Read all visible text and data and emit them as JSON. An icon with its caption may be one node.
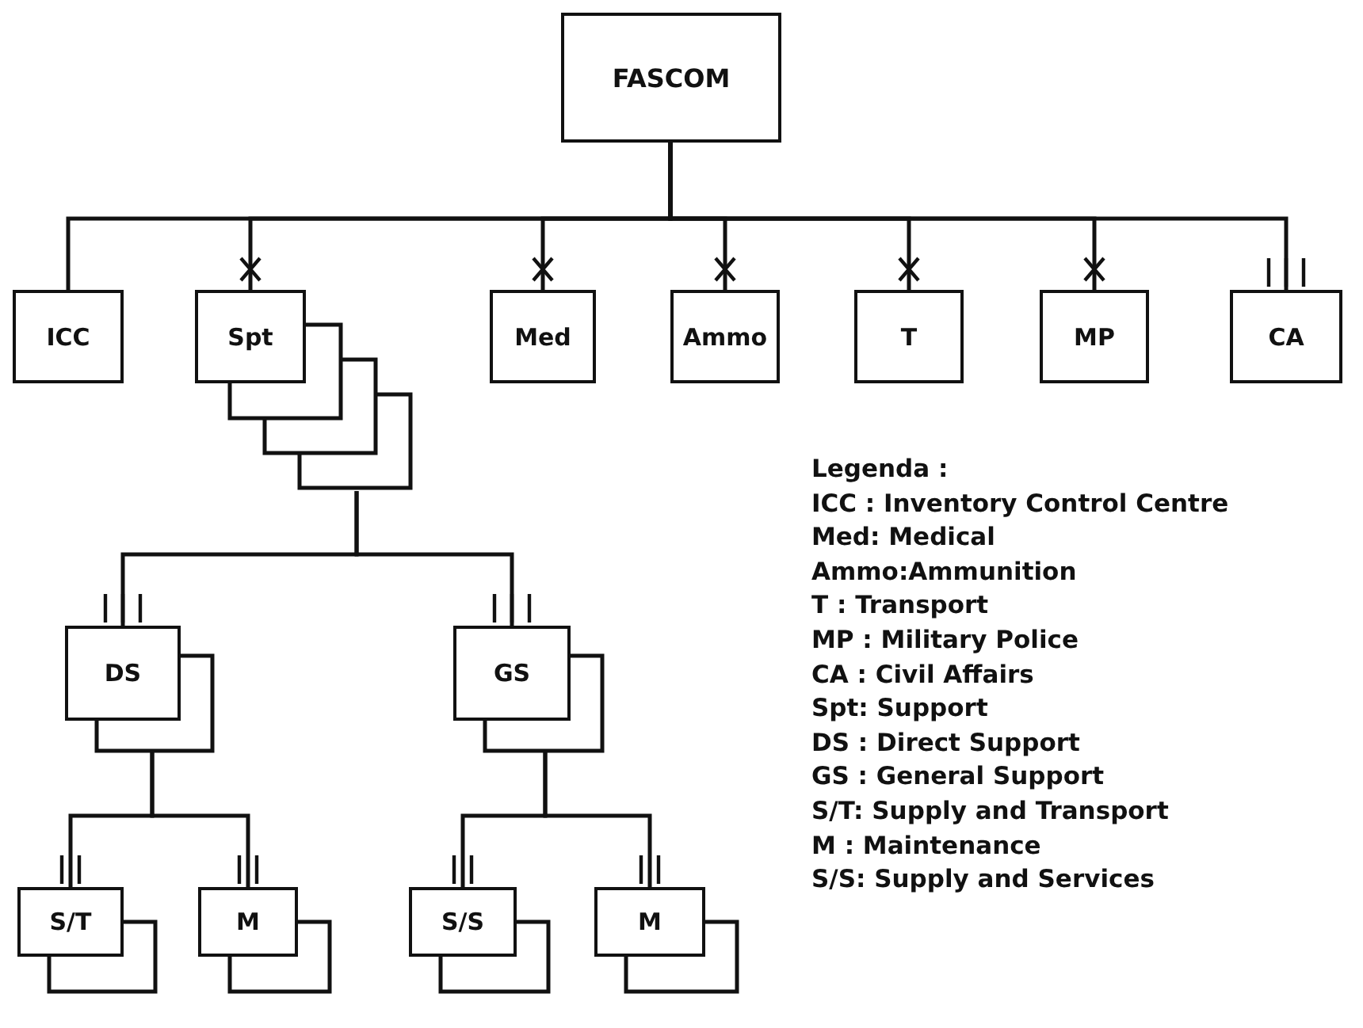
{
  "diagram": {
    "nodes": [
      {
        "text": [
          "FASCOM"
        ]
      },
      {
        "text": [
          "ICC"
        ]
      },
      {
        "text": [
          "Spt"
        ]
      },
      {
        "text": [
          "Med"
        ]
      },
      {
        "text": [
          "Ammo"
        ]
      },
      {
        "text": [
          "T"
        ]
      },
      {
        "text": [
          "MP"
        ]
      },
      {
        "text": [
          "CA"
        ]
      },
      {
        "text": [
          "DS"
        ]
      },
      {
        "text": [
          "GS"
        ]
      },
      {
        "text": [
          "S/T"
        ]
      },
      {
        "text": [
          "M"
        ]
      },
      {
        "text": [
          "S/S"
        ]
      },
      {
        "text": [
          "M"
        ]
      }
    ],
    "edges": [
      {
        "from": 0,
        "to": 1,
        "arrow": "none"
      },
      {
        "from": 0,
        "to": 2,
        "arrow": "none"
      },
      {
        "from": 0,
        "to": 3,
        "arrow": "none"
      },
      {
        "from": 0,
        "to": 4,
        "arrow": "none"
      },
      {
        "from": 0,
        "to": 5,
        "arrow": "none"
      },
      {
        "from": 0,
        "to": 6,
        "arrow": "none"
      },
      {
        "from": 0,
        "to": 7,
        "arrow": "none"
      },
      {
        "from": 2,
        "to": 8,
        "arrow": "none"
      },
      {
        "from": 2,
        "to": 9,
        "arrow": "none"
      },
      {
        "from": 8,
        "to": 10,
        "arrow": "none"
      },
      {
        "from": 8,
        "to": 11,
        "arrow": "none"
      },
      {
        "from": 9,
        "to": 12,
        "arrow": "none"
      },
      {
        "from": 9,
        "to": 13,
        "arrow": "none"
      }
    ],
    "labels": [
      "Legenda :",
      "ICC : Inventory Control Centre",
      "Med: Medical",
      "Ammo:Ammunition",
      "T : Transport",
      "MP : Military Police",
      "CA : Civil Affairs",
      "Spt: Support",
      "DS : Direct Support",
      "GS : General Support",
      "S/T: Supply and Transport",
      "M : Maintenance",
      "S/S: Supply and Services"
    ]
  }
}
